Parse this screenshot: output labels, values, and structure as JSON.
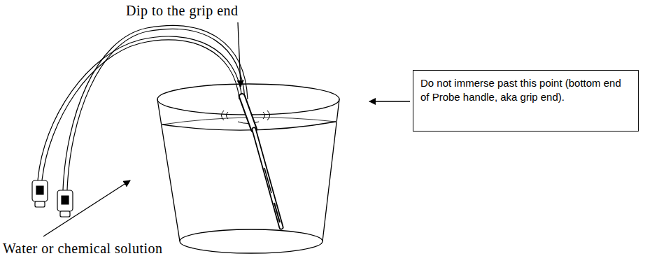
{
  "diagram": {
    "nodes": [
      {
        "text": [
          "Do not immerse past this point (bottom end of Probe handle, aka grip end)."
        ]
      }
    ],
    "labels": [
      "Dip to the grip end",
      "Water or chemical solution"
    ]
  }
}
